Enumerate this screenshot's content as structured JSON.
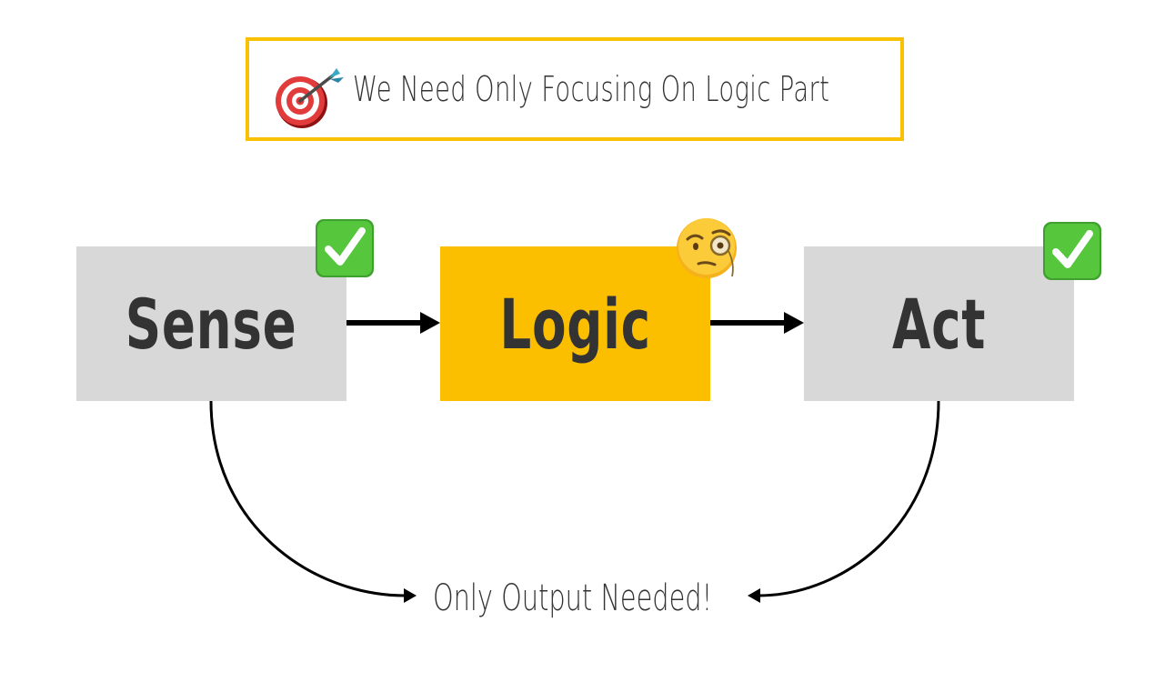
{
  "header": {
    "title": "We Need Only Focusing On Logic Part",
    "icon": "target-dart-icon",
    "border_color": "#F9C100"
  },
  "diagram": {
    "nodes": [
      {
        "label": "Sense",
        "fill": "#D8D8D8",
        "badge": "check-mark-icon"
      },
      {
        "label": "Logic",
        "fill": "#FBBF00",
        "badge": "face-with-monocle-icon"
      },
      {
        "label": "Act",
        "fill": "#D8D8D8",
        "badge": "check-mark-icon"
      }
    ],
    "output_label": "Only Output Needed!"
  }
}
